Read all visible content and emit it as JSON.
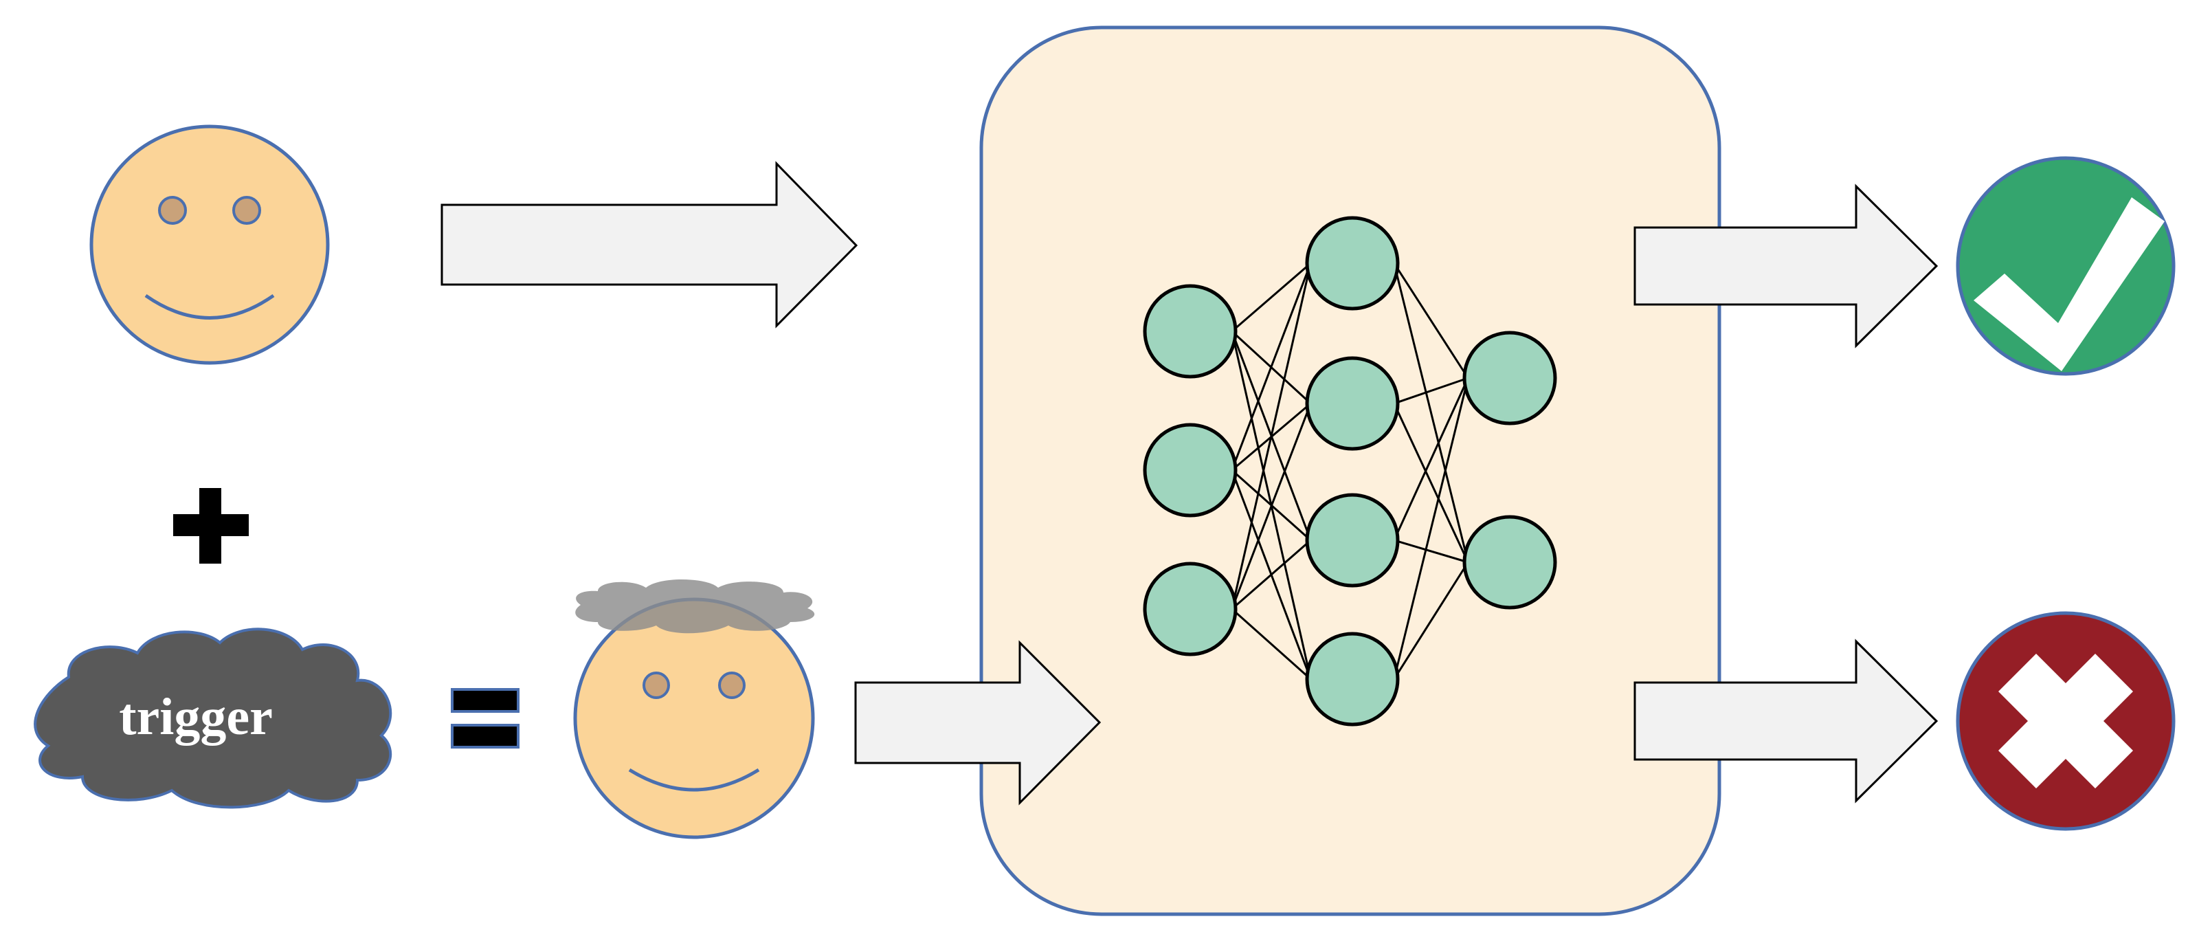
{
  "labels": {
    "trigger": "trigger"
  },
  "colors": {
    "face_fill": "#FBD498",
    "face_stroke": "#4A6FAF",
    "eye_fill": "#C9A27A",
    "arrow_fill": "#F2F2F2",
    "arrow_stroke": "#000000",
    "model_fill": "#FDF0DC",
    "model_stroke": "#4A6FAF",
    "node_fill": "#9FD5BE",
    "node_stroke": "#000000",
    "correct_fill": "#34A56E",
    "wrong_fill": "#951E26",
    "cloud_fill": "#595959",
    "hat_fill": "#8C8C8C",
    "symbol_fill": "#000000",
    "white": "#FFFFFF"
  },
  "diagram": {
    "icons": [
      "smiley-face-icon",
      "plus-icon",
      "trigger-cloud-icon",
      "equals-icon",
      "triggered-face-icon",
      "neural-network-icon",
      "checkmark-icon",
      "cross-icon"
    ],
    "network_layers": [
      3,
      4,
      2
    ]
  }
}
